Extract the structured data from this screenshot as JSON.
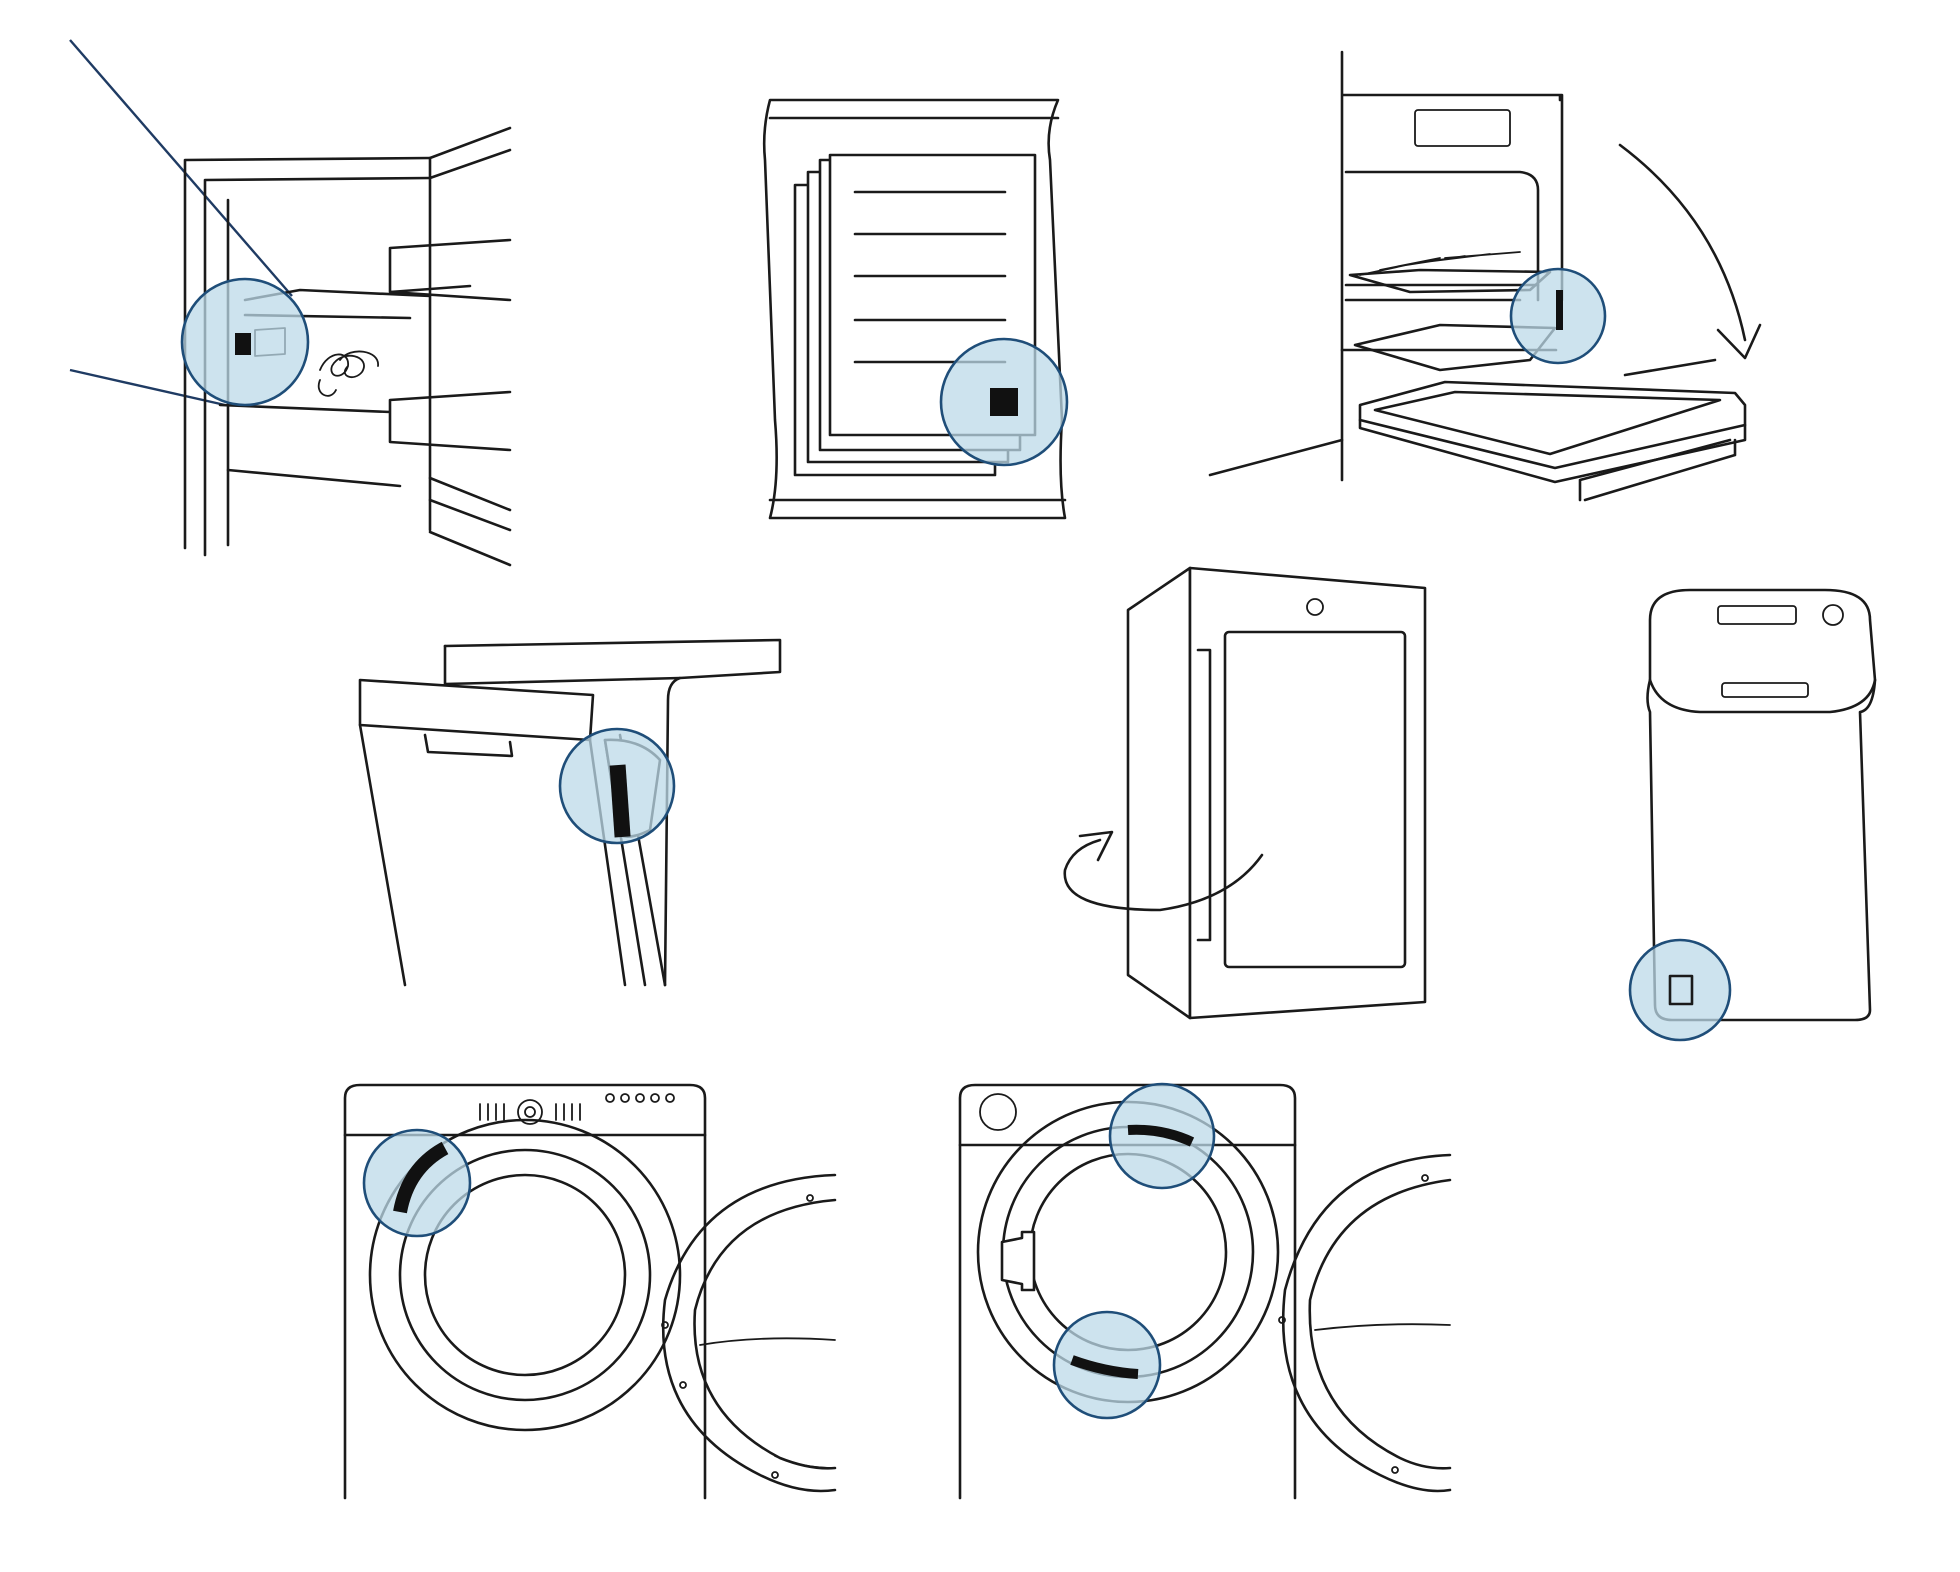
{
  "figure": {
    "background": "#ffffff",
    "line_color": "#1a1a1a",
    "highlight_fill": "#bcd9e8",
    "highlight_stroke": "#1f4e79",
    "pointer_line_color": "#1f3b63"
  },
  "panels": [
    {
      "id": "refrigerator-interior",
      "icon": "refrigerator-icon",
      "highlight": "rating-label-side-wall"
    },
    {
      "id": "manual-booklet",
      "icon": "manual-icon",
      "highlight": "rating-label-corner"
    },
    {
      "id": "oven-open-drawer",
      "icon": "oven-icon",
      "highlight": "rating-label-frame"
    },
    {
      "id": "dishwasher-door",
      "icon": "dishwasher-icon",
      "highlight": "rating-label-door-edge"
    },
    {
      "id": "wine-cooler",
      "icon": "wine-cooler-icon",
      "highlight": "rating-label-rear"
    },
    {
      "id": "washer-tower",
      "icon": "washer-tower-icon",
      "highlight": "rating-label-bottom"
    },
    {
      "id": "washer-front-door-open",
      "icon": "washer-icon",
      "highlight": "rating-label-door-frame"
    },
    {
      "id": "washer-front-door-hinge",
      "icon": "washer-icon",
      "highlight": "rating-label-door-seal"
    }
  ]
}
